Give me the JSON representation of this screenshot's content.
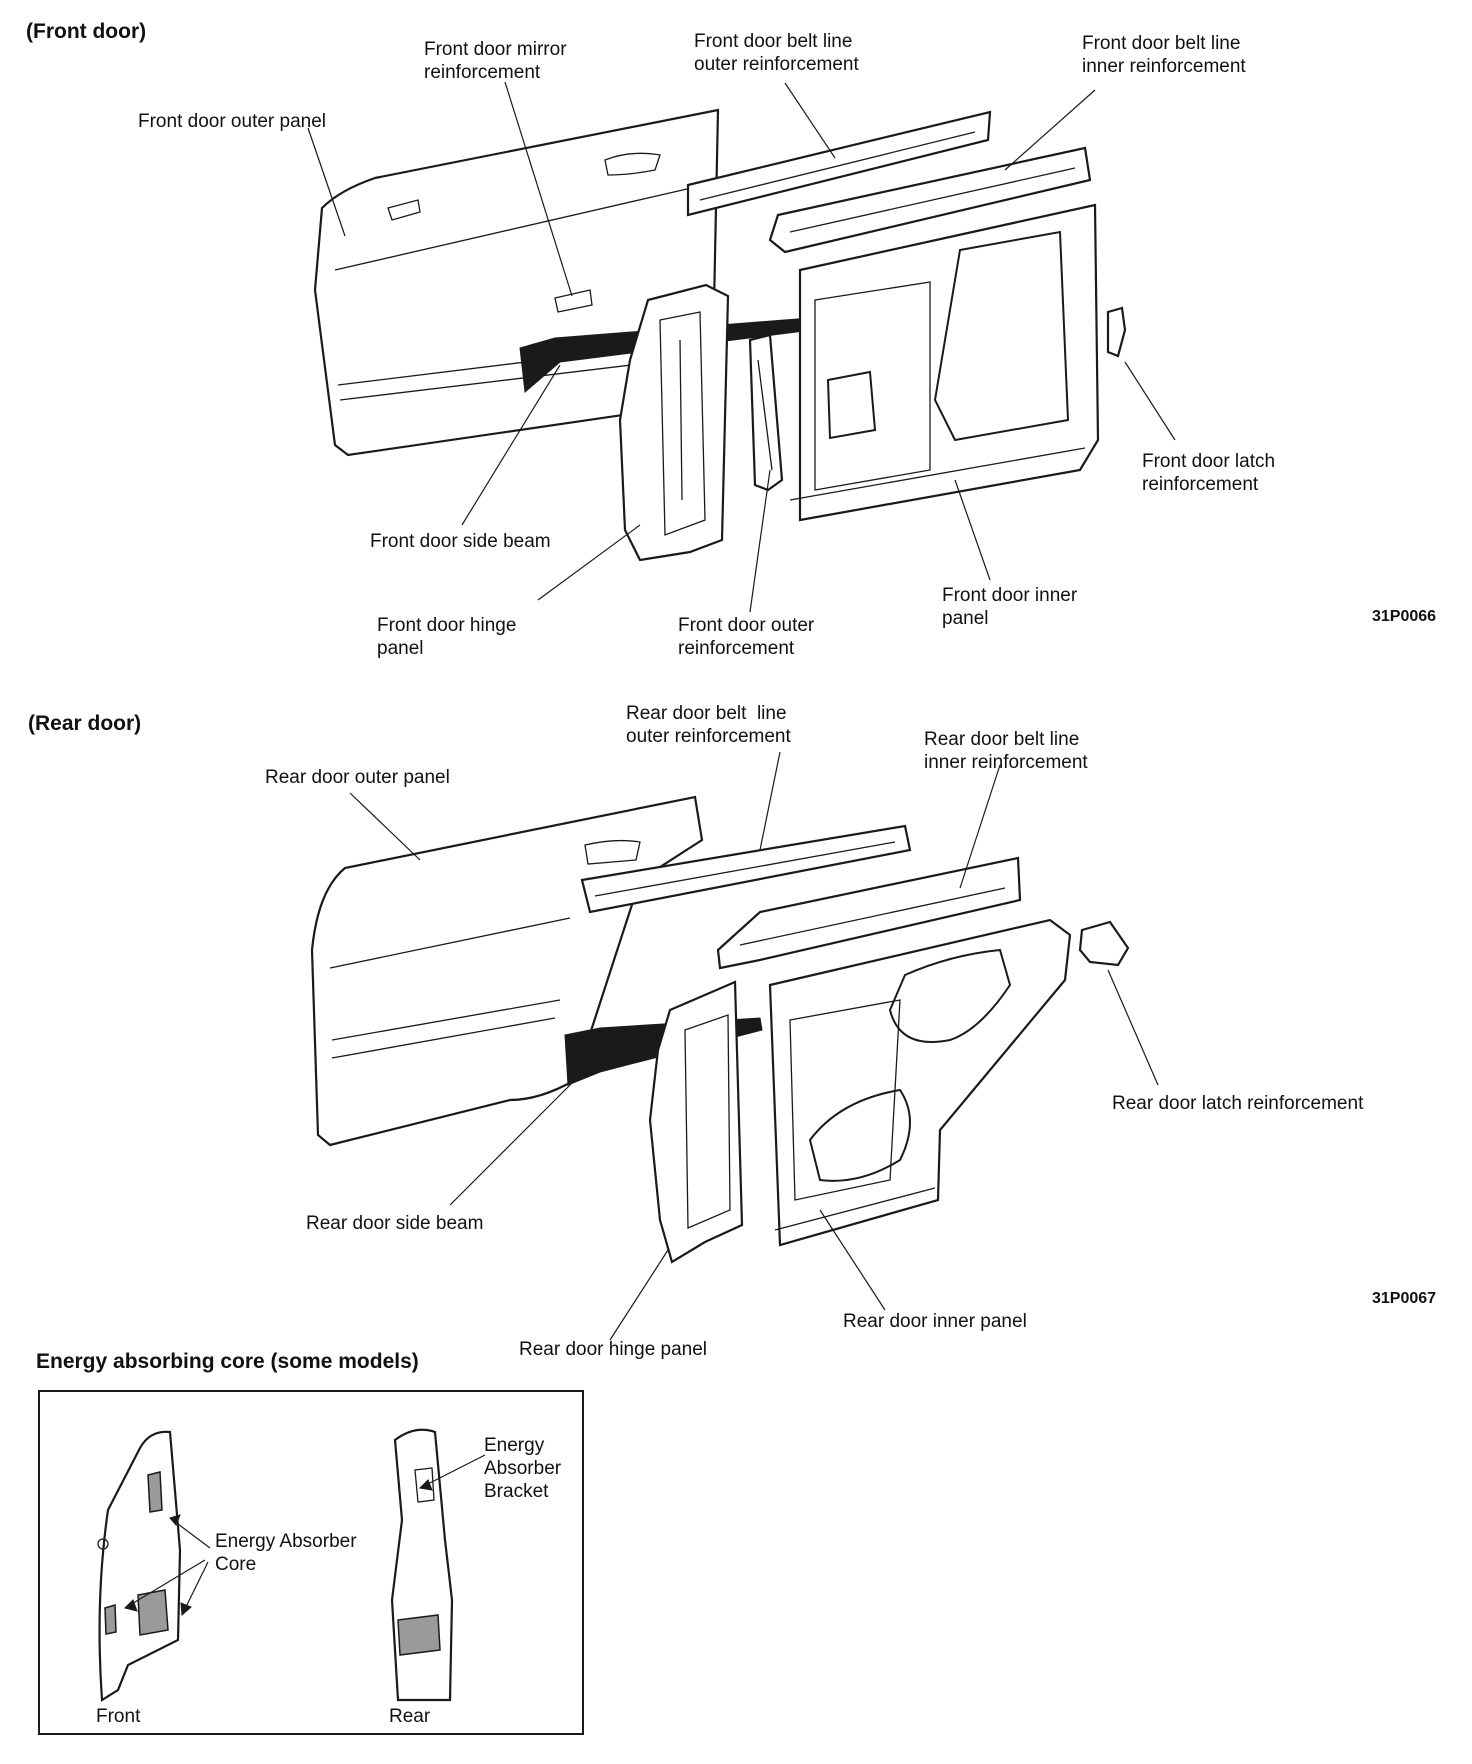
{
  "front": {
    "heading": "(Front door)",
    "code": "31P0066",
    "labels": {
      "mirror_reinf": "Front door mirror\nreinforcement",
      "belt_outer": "Front door belt line\nouter reinforcement",
      "belt_inner": "Front door belt line\ninner reinforcement",
      "outer_panel": "Front door outer panel",
      "latch_reinf": "Front door latch\nreinforcement",
      "side_beam": "Front door side beam",
      "inner_panel": "Front door inner\npanel",
      "hinge_panel": "Front door hinge\npanel",
      "outer_reinf": "Front door outer\nreinforcement"
    }
  },
  "rear": {
    "heading": "(Rear door)",
    "code": "31P0067",
    "labels": {
      "belt_outer": "Rear door belt  line\nouter reinforcement",
      "belt_inner": "Rear door belt line\ninner reinforcement",
      "outer_panel": "Rear door outer panel",
      "latch_reinf": "Rear door latch reinforcement",
      "side_beam": "Rear door side beam",
      "inner_panel": "Rear door inner panel",
      "hinge_panel": "Rear door hinge panel"
    }
  },
  "inset": {
    "title": "Energy absorbing core (some models)",
    "labels": {
      "bracket": "Energy\nAbsorber\nBracket",
      "core": "Energy Absorber\nCore",
      "front": "Front",
      "rear": "Rear"
    }
  }
}
